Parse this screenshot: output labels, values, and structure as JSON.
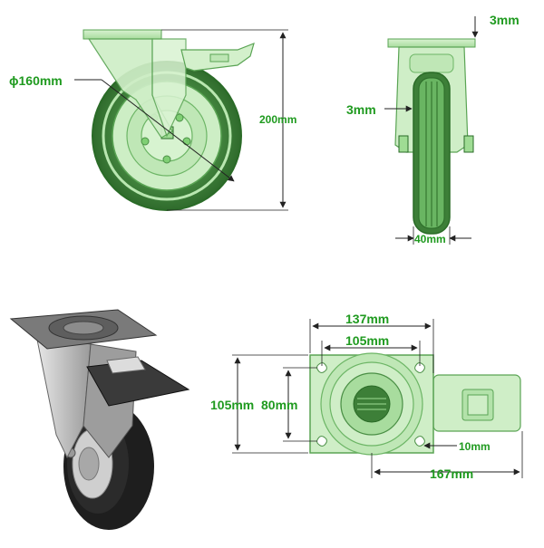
{
  "colors": {
    "green_fill": "#b9e7b0",
    "green_mid": "#7fcf74",
    "green_dark": "#2a8a2a",
    "dim_text": "#1f9a1f",
    "dim_line": "#333333",
    "photo_tyre": "#2a2a2a",
    "photo_metal": "#b8b8b8"
  },
  "views": {
    "side": {
      "diameter_label": "ϕ160mm",
      "height_label": "200mm"
    },
    "front": {
      "plate_thickness_label": "3mm",
      "bracket_thickness_label": "3mm",
      "wheel_width_label": "40mm"
    },
    "top": {
      "plate_width_label": "137mm",
      "hole_spacing_x_label": "105mm",
      "plate_height_label": "105mm",
      "hole_spacing_y_label": "80mm",
      "hole_slot_label": "10mm",
      "overall_length_label": "167mm"
    },
    "photo": {
      "icon": "swivel-caster-with-brake-photo"
    }
  }
}
